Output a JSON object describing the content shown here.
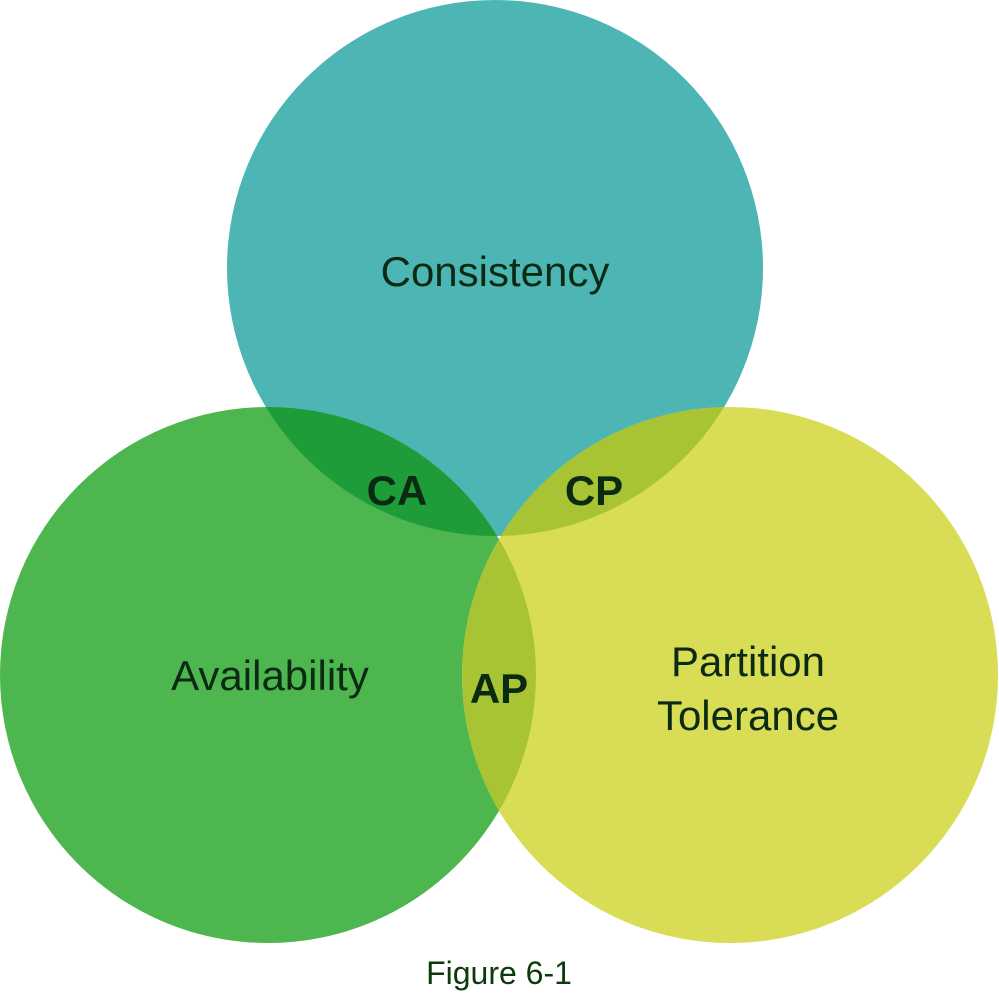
{
  "diagram": {
    "sets": [
      {
        "id": "consistency",
        "label_lines": [
          "Consistency"
        ],
        "color": "#4db6b5"
      },
      {
        "id": "availability",
        "label_lines": [
          "Availability"
        ],
        "color": "#4db64e"
      },
      {
        "id": "partition",
        "label_lines": [
          "Partition",
          "Tolerance"
        ],
        "color": "#d8dd55"
      }
    ],
    "regions": {
      "ca": {
        "label": "CA",
        "color": "#1f9c3a"
      },
      "cp": {
        "label": "CP",
        "color": "#a8c434"
      },
      "ap": {
        "label": "AP",
        "color": "#a8c434"
      }
    },
    "caption": "Figure 6-1"
  }
}
